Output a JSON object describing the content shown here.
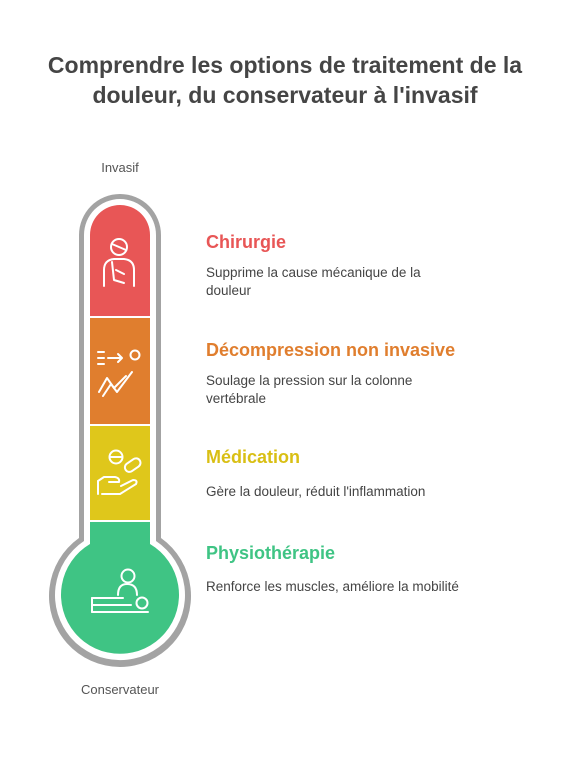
{
  "title": "Comprendre les options de traitement de la douleur, du conservateur à l'invasif",
  "scale": {
    "top_label": "Invasif",
    "bottom_label": "Conservateur"
  },
  "colors": {
    "frame": "#a3a3a3",
    "chirurgie": "#e85656",
    "decompression": "#e07e2e",
    "medication": "#dfc71b",
    "physio": "#3fc484"
  },
  "items": [
    {
      "title": "Chirurgie",
      "description": "Supprime la cause mécanique de la douleur",
      "icon": "injured-person-icon"
    },
    {
      "title": "Décompression non invasive",
      "description": "Soulage la pression sur la colonne vertébrale",
      "icon": "spinal-decompression-icon"
    },
    {
      "title": "Médication",
      "description": "Gère la douleur, réduit l'inflammation",
      "icon": "pill-in-hand-icon"
    },
    {
      "title": "Physiothérapie",
      "description": "Renforce les muscles, améliore la mobilité",
      "icon": "massage-therapy-icon"
    }
  ]
}
